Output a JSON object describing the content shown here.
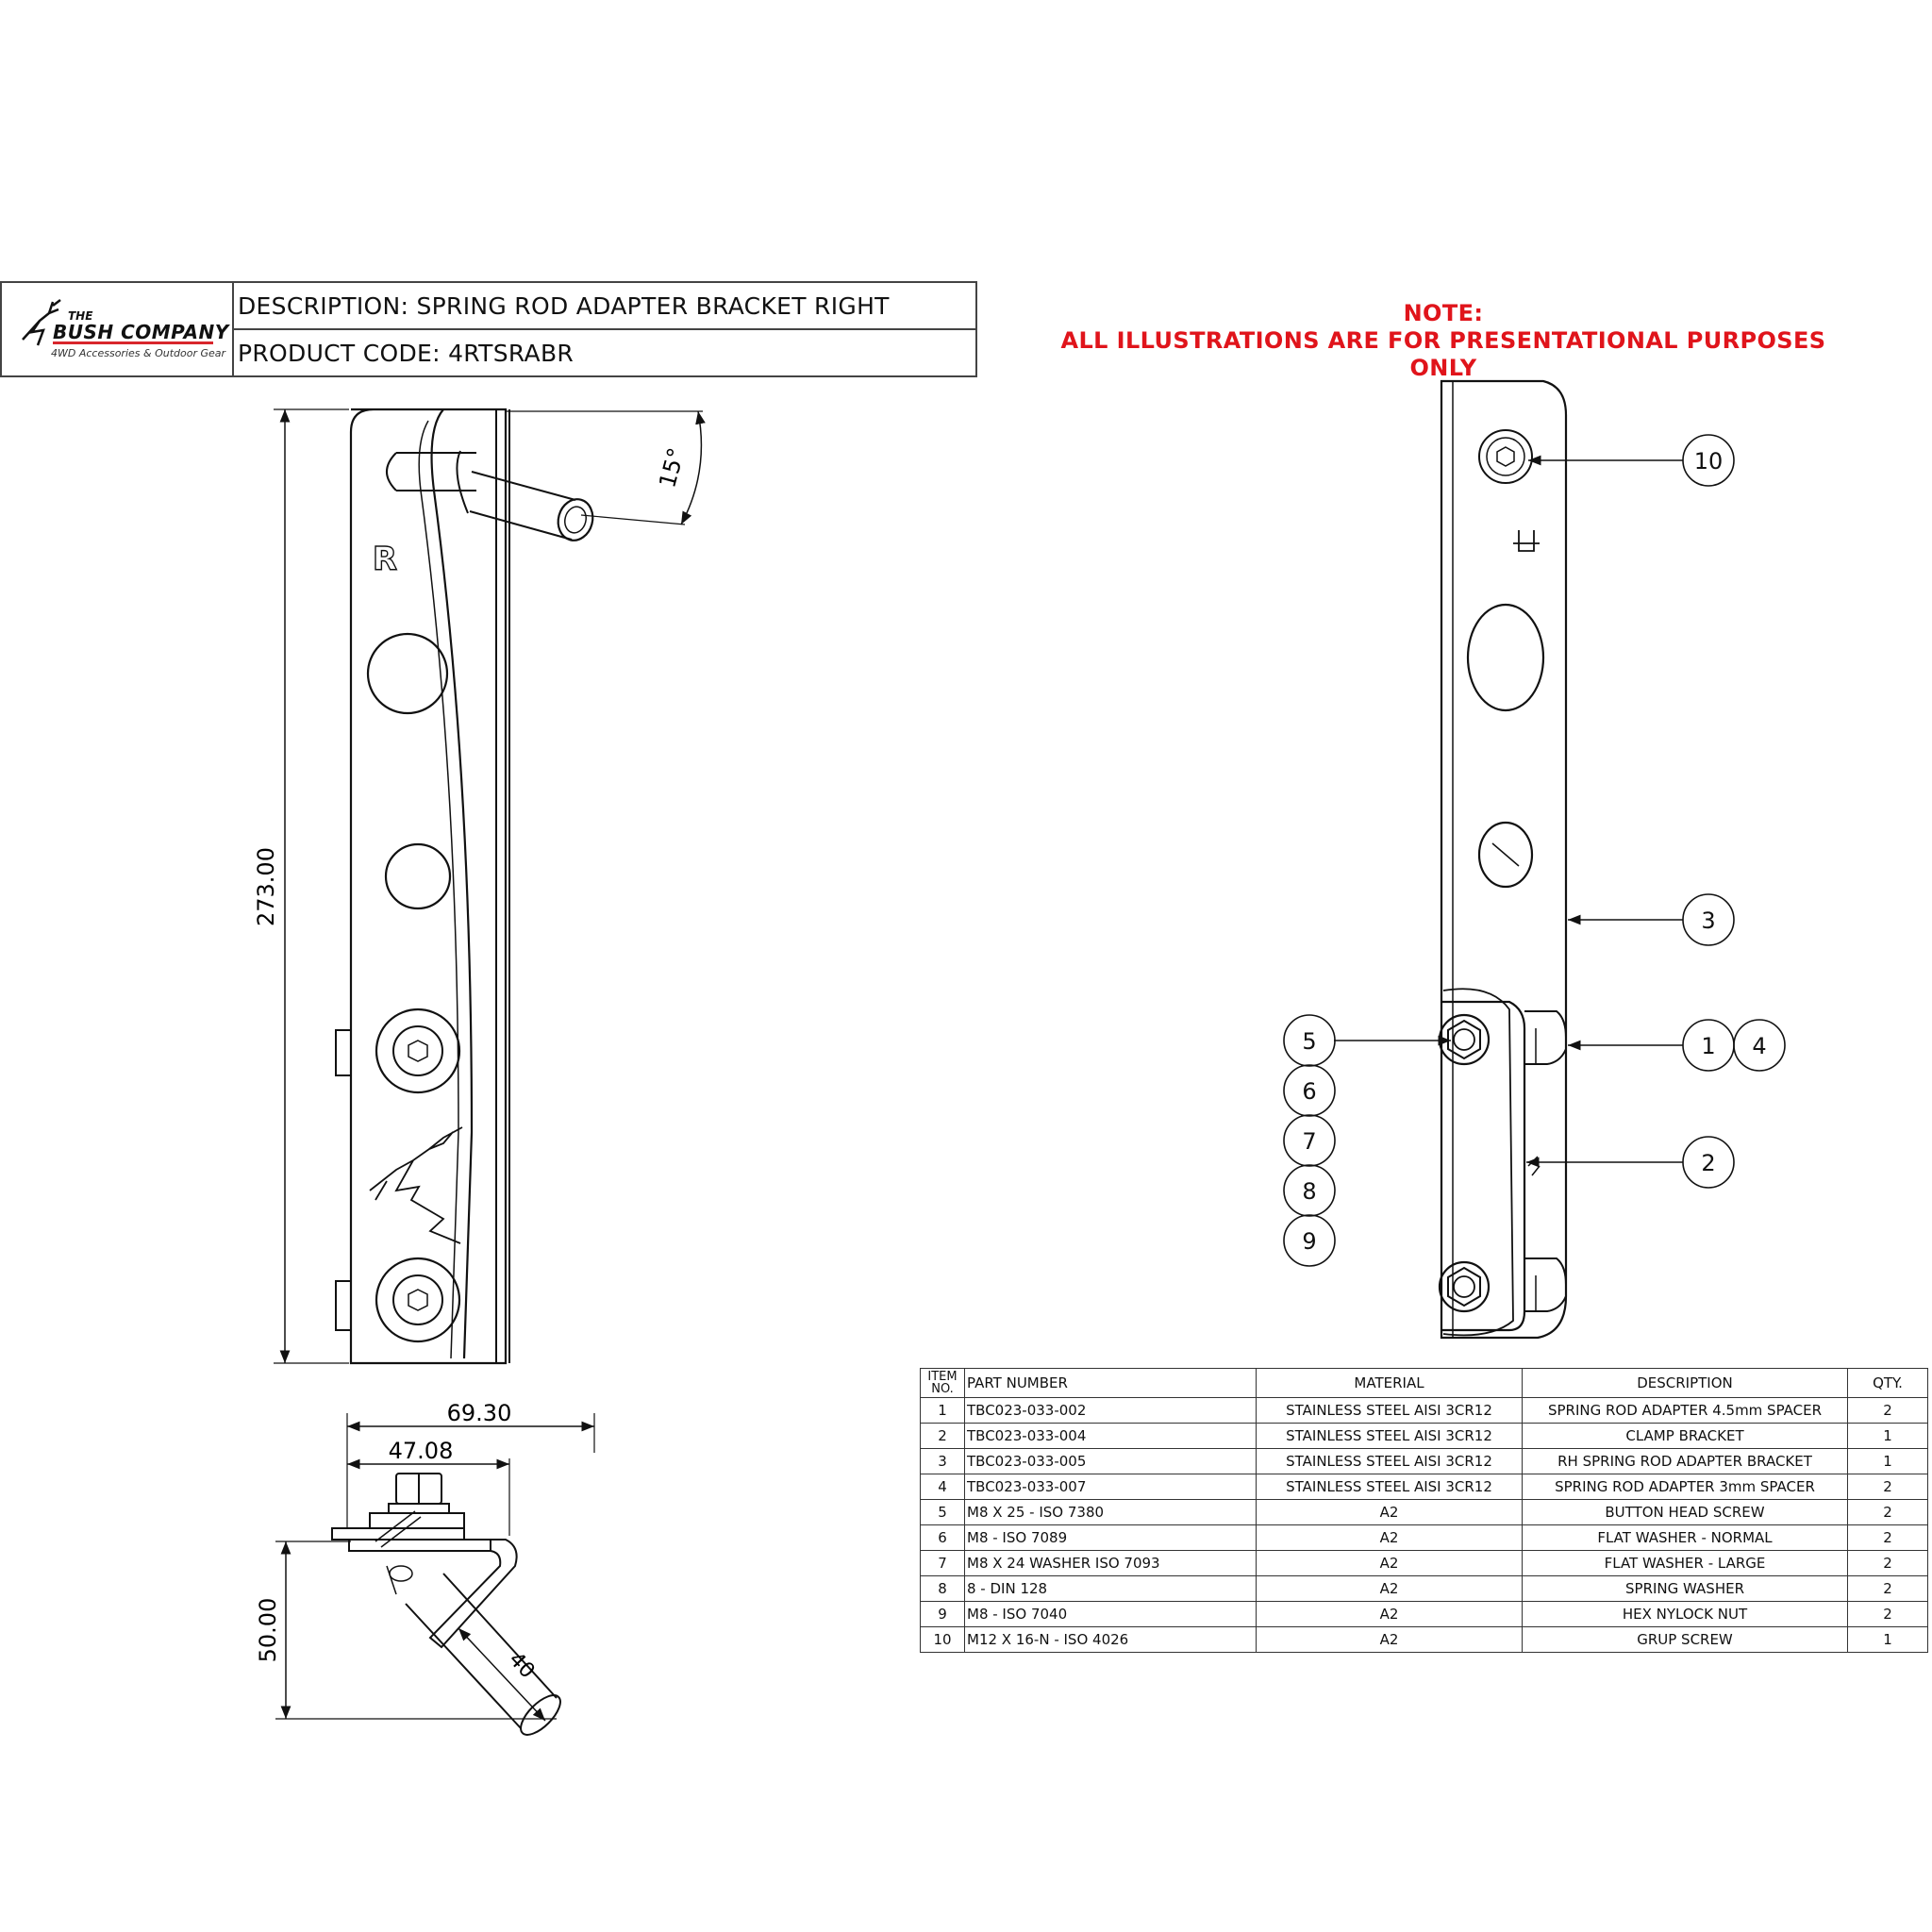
{
  "title_block": {
    "logo": {
      "line1": "THE",
      "line2": "BUSH COMPANY",
      "line3": "4WD Accessories & Outdoor Gear"
    },
    "description": "DESCRIPTION: SPRING ROD ADAPTER BRACKET RIGHT",
    "product_code": "PRODUCT CODE: 4RTSRABR"
  },
  "note": {
    "line1": "NOTE:",
    "line2": "ALL ILLUSTRATIONS ARE FOR PRESENTATIONAL PURPOSES ONLY"
  },
  "side_view": {
    "height_dim": "273.00",
    "angle_dim": "15°",
    "side_marker": "R"
  },
  "bottom_view": {
    "width_dim_total": "69.30",
    "width_dim_partial": "47.08",
    "height_dim": "50.00",
    "tube_dim": "40"
  },
  "balloons": {
    "b10": "10",
    "b3": "3",
    "b1": "1",
    "b4": "4",
    "b2": "2",
    "b5": "5",
    "b6": "6",
    "b7": "7",
    "b8": "8",
    "b9": "9"
  },
  "parts_table": {
    "headers": {
      "item_line1": "ITEM",
      "item_line2": "NO.",
      "part": "PART NUMBER",
      "material": "MATERIAL",
      "description": "DESCRIPTION",
      "qty": "QTY."
    },
    "rows": [
      {
        "item": "1",
        "part": "TBC023-033-002",
        "material": "STAINLESS STEEL AISI 3CR12",
        "description": "SPRING ROD ADAPTER 4.5mm SPACER",
        "qty": "2"
      },
      {
        "item": "2",
        "part": "TBC023-033-004",
        "material": "STAINLESS STEEL AISI 3CR12",
        "description": "CLAMP BRACKET",
        "qty": "1"
      },
      {
        "item": "3",
        "part": "TBC023-033-005",
        "material": "STAINLESS STEEL AISI 3CR12",
        "description": "RH SPRING ROD ADAPTER BRACKET",
        "qty": "1"
      },
      {
        "item": "4",
        "part": "TBC023-033-007",
        "material": "STAINLESS STEEL AISI 3CR12",
        "description": "SPRING ROD ADAPTER 3mm SPACER",
        "qty": "2"
      },
      {
        "item": "5",
        "part": "M8 X 25 - ISO 7380",
        "material": "A2",
        "description": "BUTTON HEAD SCREW",
        "qty": "2"
      },
      {
        "item": "6",
        "part": "M8 - ISO 7089",
        "material": "A2",
        "description": "FLAT WASHER - NORMAL",
        "qty": "2"
      },
      {
        "item": "7",
        "part": "M8 X 24 WASHER ISO 7093",
        "material": "A2",
        "description": "FLAT WASHER - LARGE",
        "qty": "2"
      },
      {
        "item": "8",
        "part": "8 - DIN 128",
        "material": "A2",
        "description": "SPRING WASHER",
        "qty": "2"
      },
      {
        "item": "9",
        "part": "M8 - ISO 7040",
        "material": "A2",
        "description": "HEX NYLOCK NUT",
        "qty": "2"
      },
      {
        "item": "10",
        "part": "M12 X 16-N - ISO 4026",
        "material": "A2",
        "description": "GRUP SCREW",
        "qty": "1"
      }
    ]
  }
}
